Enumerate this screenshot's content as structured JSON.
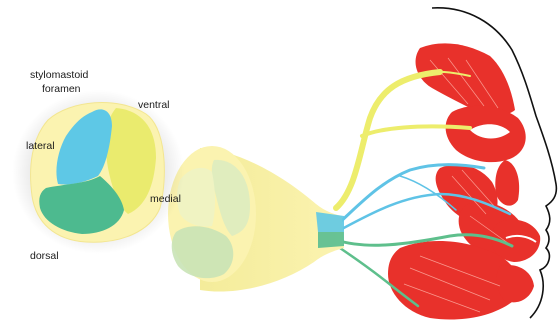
{
  "labels": {
    "stylomastoid_line1": "stylomastoid",
    "stylomastoid_line2": "foramen",
    "ventral": "ventral",
    "lateral": "lateral",
    "medial": "medial",
    "dorsal": "dorsal"
  },
  "colors": {
    "sheath": "#fbf3b0",
    "sheath_edge": "#f0e48c",
    "lateral_fascicle": "#5ec8e6",
    "ventral_fascicle": "#eaeb6e",
    "dorsal_fascicle": "#4dba8f",
    "branch_upper": "#eded6c",
    "branch_middle": "#5fc3e6",
    "branch_lower": "#5ebf8c",
    "muscle": "#e8312b",
    "profile_line": "#111111"
  }
}
